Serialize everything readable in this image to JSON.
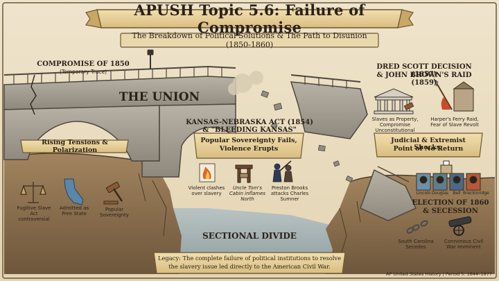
{
  "title": "APUSH Topic 5.6: Failure of Compromise",
  "subtitle": "The Breakdown of Political Solutions & The Path to Disunion (1850-1860)",
  "compromise": {
    "heading": "COMPROMISE OF 1850",
    "subheading": "(Temporary Truce)"
  },
  "union_label": "THE UNION",
  "rising_tensions": "Rising Tensions & Polarization",
  "left_items": [
    {
      "icon": "scales-icon",
      "label": "Fugitive Slave Act controversial"
    },
    {
      "icon": "california-map-icon",
      "label": "Admitted as Free State"
    },
    {
      "icon": "gavel-icon",
      "label": "Popular Sovereignty"
    }
  ],
  "kansas": {
    "heading_line1": "KANSAS-NEBRASKA ACT (1854)",
    "heading_line2": "& \"BLEEDING KANSAS\"",
    "banner_line1": "Popular Sovereignty Fails,",
    "banner_line2": "Violence Erupts"
  },
  "kansas_items": [
    {
      "icon": "fire-icon",
      "label": "Violent clashes over slavery"
    },
    {
      "icon": "printing-press-icon",
      "label": "Uncle Tom's Cabin inflames North"
    },
    {
      "icon": "caning-icon",
      "label": "Preston Brooks attacks Charles Sumner"
    }
  ],
  "dred": {
    "heading_line1": "DRED SCOTT DECISION (1857)",
    "heading_line2": "& JOHN BROWN'S RAID (1859)"
  },
  "dred_items": [
    {
      "icon": "courthouse-icon",
      "label": "Slaves as Property, Compromise Unconstitutional"
    },
    {
      "icon": "pike-icon",
      "label": "Harper's Ferry Raid, Fear of Slave Revolt"
    }
  ],
  "judicial_banner_line1": "Judicial & Extremist Shocks,",
  "judicial_banner_line2": "Point of No Return",
  "candidates": [
    "Lincoln",
    "Douglas",
    "Bell",
    "Breckinridge"
  ],
  "election": {
    "line1": "ELECTION OF 1860",
    "line2": "& SECESSION"
  },
  "secession_items": [
    {
      "icon": "broken-chain-icon",
      "label": "South Carolina Secedes"
    },
    {
      "icon": "cannon-icon",
      "label": "Connonous Civil War Imminent"
    }
  ],
  "sectional_divide": "SECTIONAL DIVIDE",
  "legacy_line1": "Legacy: The complete failure of political institutions to resolve",
  "legacy_line2": "the slavery issue led directly to the American Civil War.",
  "footer": "AP United States History | Period 5: 1844–1877"
}
